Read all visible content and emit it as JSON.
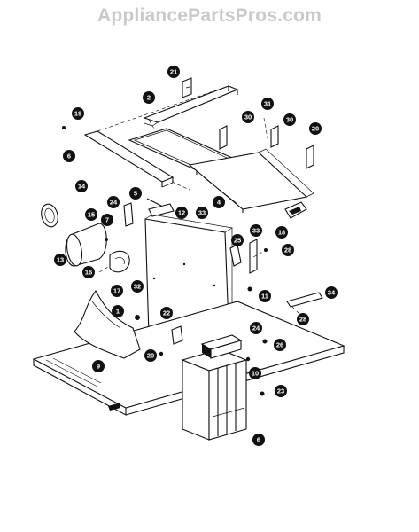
{
  "header": {
    "watermark": "AppliancePartsPros.com"
  },
  "diagram": {
    "callouts": [
      {
        "id": "c21",
        "label": "21"
      },
      {
        "id": "c2",
        "label": "2"
      },
      {
        "id": "c19",
        "label": "19"
      },
      {
        "id": "c6a",
        "label": "6"
      },
      {
        "id": "c31",
        "label": "31"
      },
      {
        "id": "c30a",
        "label": "30"
      },
      {
        "id": "c30b",
        "label": "30"
      },
      {
        "id": "c20",
        "label": "20"
      },
      {
        "id": "c14",
        "label": "14"
      },
      {
        "id": "c5",
        "label": "5"
      },
      {
        "id": "c24a",
        "label": "24"
      },
      {
        "id": "c4",
        "label": "4"
      },
      {
        "id": "c15",
        "label": "15"
      },
      {
        "id": "c7",
        "label": "7"
      },
      {
        "id": "c12",
        "label": "12"
      },
      {
        "id": "c33a",
        "label": "33"
      },
      {
        "id": "c18",
        "label": "18"
      },
      {
        "id": "c13",
        "label": "13"
      },
      {
        "id": "c25",
        "label": "25"
      },
      {
        "id": "c33b",
        "label": "33"
      },
      {
        "id": "c28a",
        "label": "28"
      },
      {
        "id": "c16a",
        "label": "16"
      },
      {
        "id": "c17",
        "label": "17"
      },
      {
        "id": "c32",
        "label": "32"
      },
      {
        "id": "c11",
        "label": "11"
      },
      {
        "id": "c34",
        "label": "34"
      },
      {
        "id": "c1",
        "label": "1"
      },
      {
        "id": "c22",
        "label": "22"
      },
      {
        "id": "c28b",
        "label": "28"
      },
      {
        "id": "c24b",
        "label": "24"
      },
      {
        "id": "c26",
        "label": "26"
      },
      {
        "id": "c9",
        "label": "9"
      },
      {
        "id": "c20b",
        "label": "20"
      },
      {
        "id": "c10",
        "label": "10"
      },
      {
        "id": "c23",
        "label": "23"
      },
      {
        "id": "c6b",
        "label": "6"
      }
    ]
  }
}
